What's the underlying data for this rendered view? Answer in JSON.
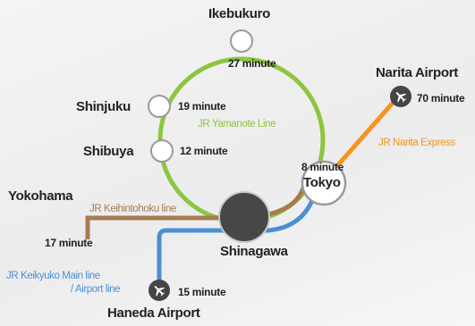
{
  "stations": {
    "ikebukuro": "Ikebukuro",
    "shinjuku": "Shinjuku",
    "shibuya": "Shibuya",
    "tokyo": "Tokyo",
    "shinagawa": "Shinagawa",
    "yokohama": "Yokohama",
    "narita": "Narita Airport",
    "haneda": "Haneda Airport"
  },
  "times": {
    "ikebukuro": "27 minute",
    "shinjuku": "19 minute",
    "shibuya": "12 minute",
    "tokyo": "8 minute",
    "yokohama": "17 minute",
    "narita": "70 minute",
    "haneda": "15 minute"
  },
  "lines": {
    "yamanote": {
      "name": "JR Yamanote Line",
      "color": "#8cc63f"
    },
    "narita_express": {
      "name": "JR Narita Express",
      "color": "#f7931e"
    },
    "keihintohoku": {
      "name": "JR Keihintohoku line",
      "color": "#a67c52"
    },
    "keikyu_1": "JR Keikyuko Main line",
    "keikyu_2": "/ Airport line",
    "keikyu_color": "#4a8fd4"
  },
  "icons": {
    "airport": "airplane-icon"
  }
}
